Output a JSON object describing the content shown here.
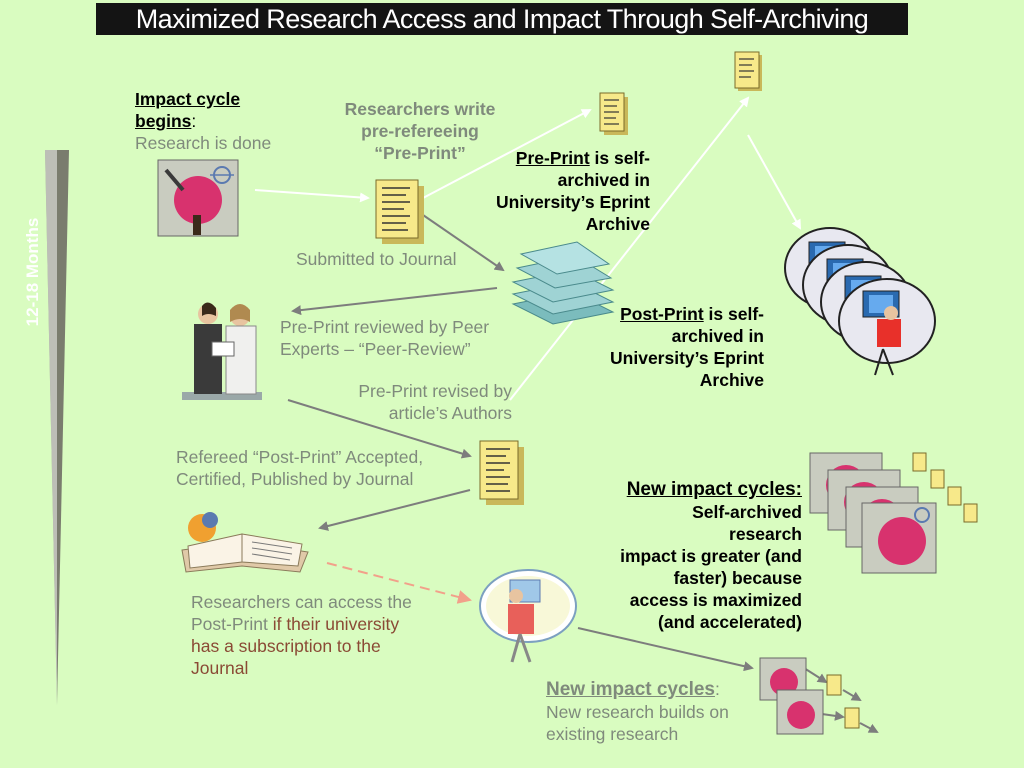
{
  "title": "Maximized Research Access and Impact Through Self-Archiving",
  "timeline_label": "12-18 Months",
  "cycle_start": {
    "heading_line1": "Impact cycle",
    "heading_line2": "begins",
    "heading_colon": ":",
    "subtitle": "Research is done"
  },
  "write_preprint": {
    "line1": "Researchers write",
    "line2": "pre-refereeing",
    "line3": "“Pre-Print”"
  },
  "submitted": "Submitted to Journal",
  "preprint_archived": {
    "term": "Pre-Print",
    "rest_line1": " is self-",
    "line2": "archived in",
    "line3": "University’s Eprint",
    "line4": "Archive"
  },
  "peer_review": {
    "line1": "Pre-Print reviewed by Peer",
    "line2": "Experts – “Peer-Review”"
  },
  "revised": {
    "line1": "Pre-Print revised by",
    "line2": "article’s Authors"
  },
  "postprint_archived": {
    "term": "Post-Print",
    "rest_line1": " is self-",
    "line2": "archived in",
    "line3": "University’s Eprint",
    "line4": "Archive"
  },
  "accepted": {
    "line1": "Refereed “Post-Print” Accepted,",
    "line2": "Certified, Published by Journal"
  },
  "new_cycles_right": {
    "heading": "New impact cycles:",
    "line1": "Self-archived",
    "line2": "research",
    "line3": "impact is greater (and",
    "line4": "faster) because",
    "line5": "access is maximized",
    "line6": "(and accelerated)"
  },
  "access": {
    "line1": "Researchers can access the",
    "line2_gray": "Post-Print ",
    "line2_brown": "if their university",
    "line3": "has a subscription to the",
    "line4": "Journal"
  },
  "new_cycles_bottom": {
    "heading": "New impact cycles",
    "colon": ":",
    "line1": "New research builds on",
    "line2": "existing research"
  },
  "colors": {
    "background": "#d9fcc0",
    "title_bar": "#141414",
    "gray_text": "#7f8a7c",
    "brown_text": "#8a4a35",
    "paper": "#f7e98a",
    "stack": "#9fd3d4"
  },
  "icons": [
    "scientist-icon",
    "document-icon",
    "journal-stack-icon",
    "reviewers-icon",
    "open-book-icon",
    "reader-icon",
    "computer-user-icon"
  ]
}
